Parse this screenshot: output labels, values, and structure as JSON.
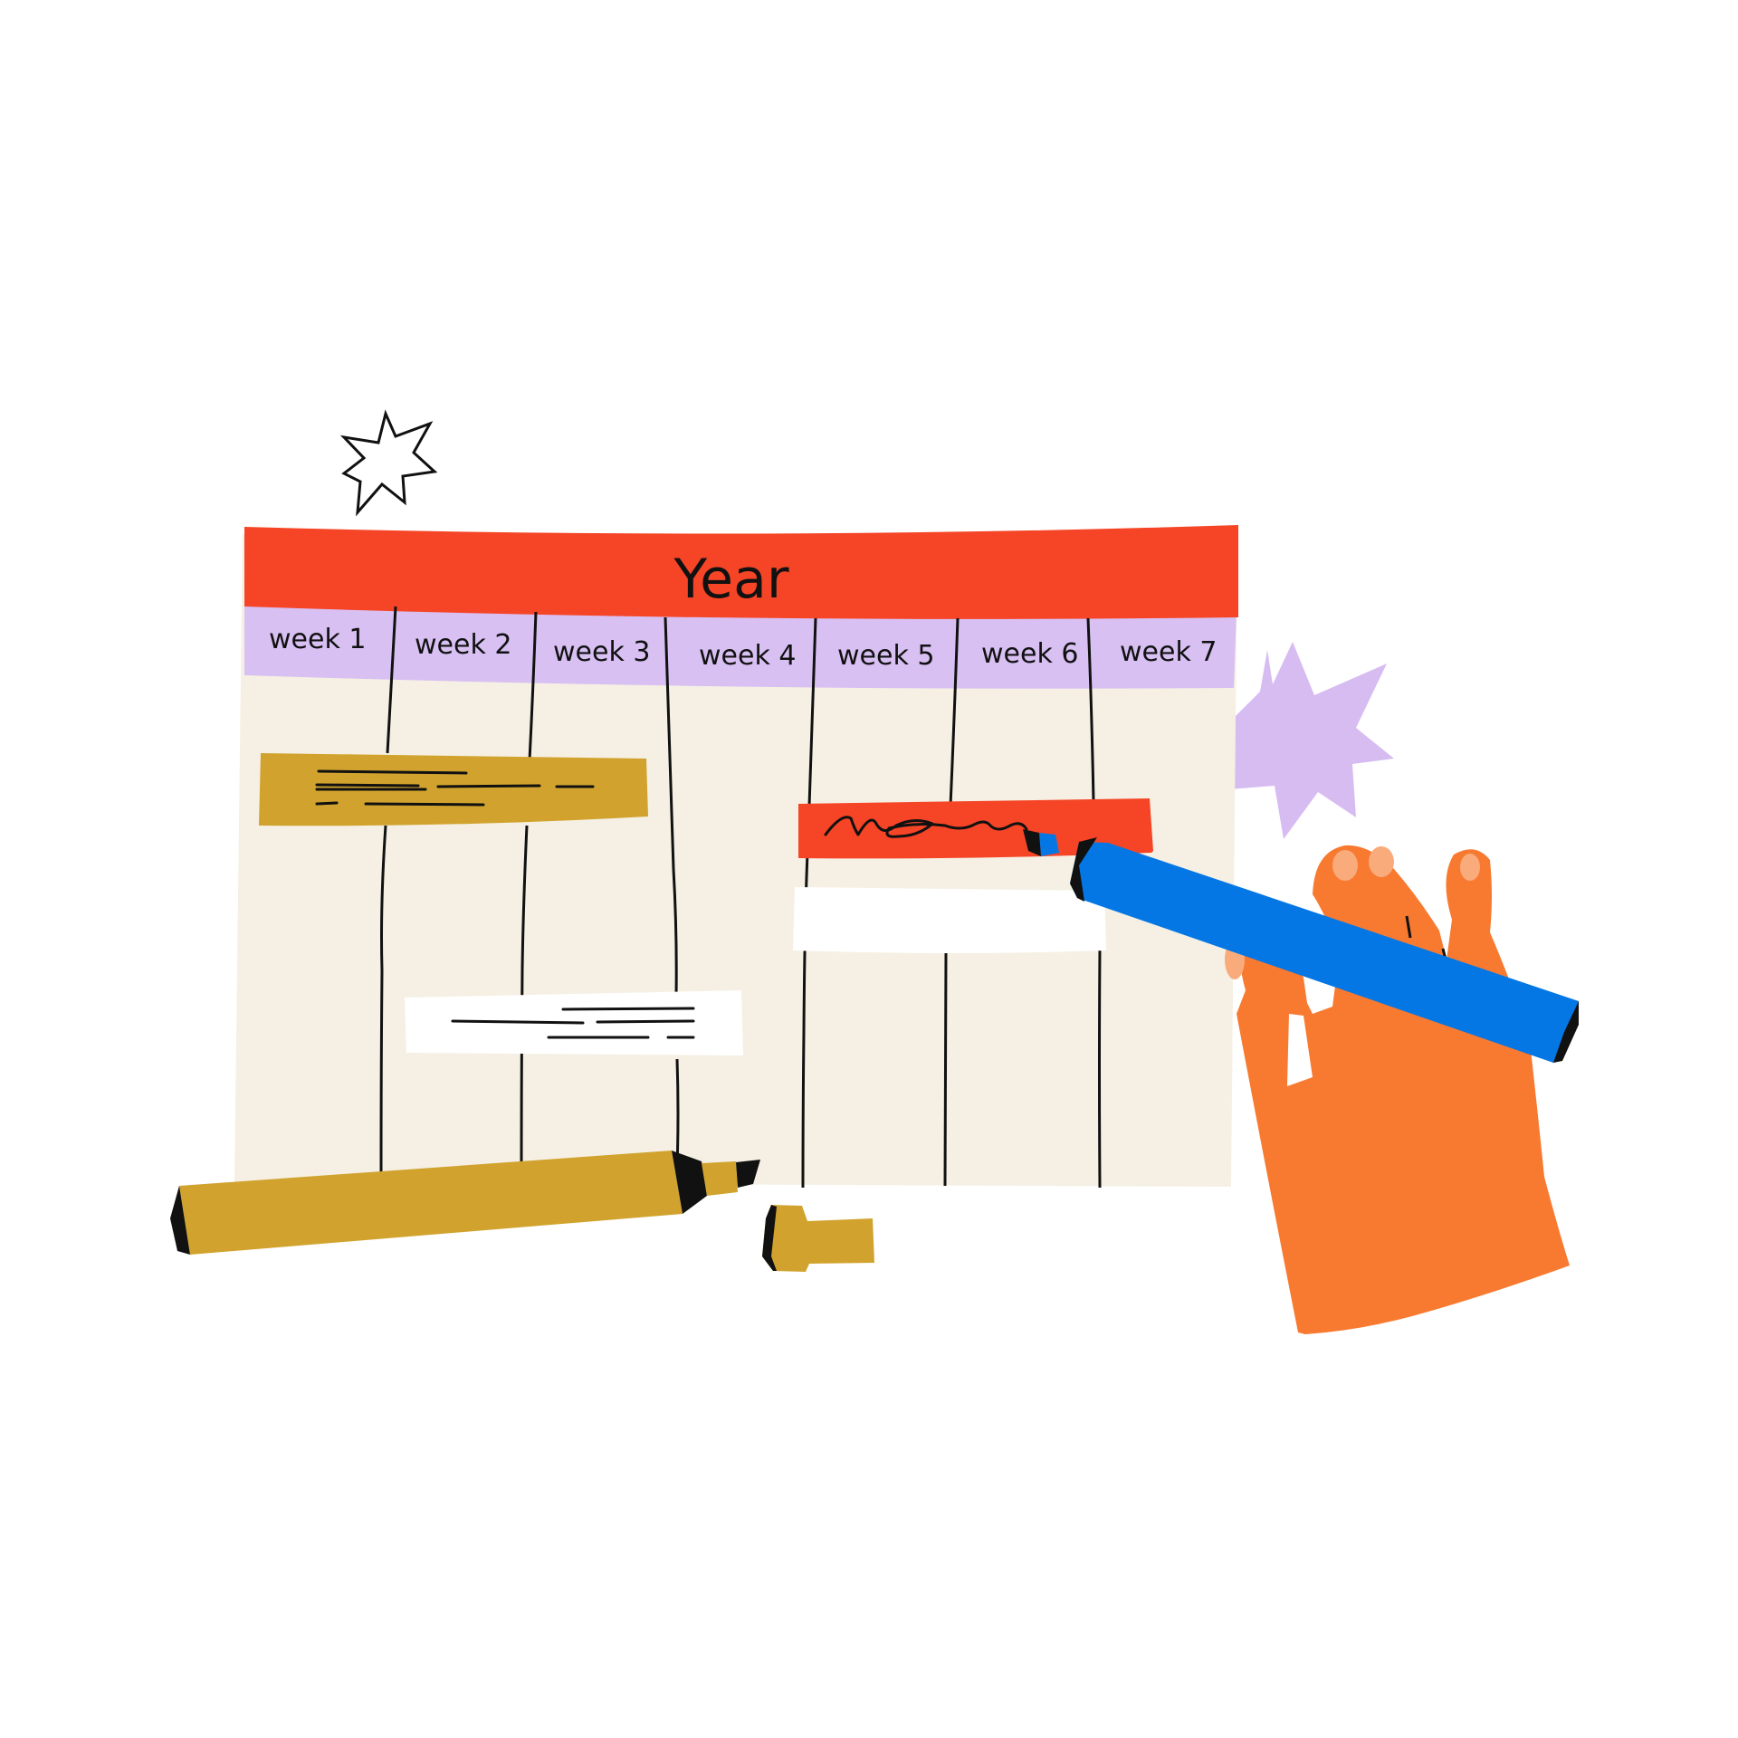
{
  "planner": {
    "title": "Year",
    "weeks": [
      "week  1",
      "week 2",
      "week 3",
      "week 4",
      "week 5",
      "week 6",
      "week 7"
    ]
  },
  "decorations": {
    "outline_star": "sparkle-outline-icon",
    "lilac_star": "sparkle-filled-icon",
    "hand": "hand-icon",
    "blue_marker": "marker-icon",
    "gold_marker": "marker-icon",
    "gold_cap": "marker-cap-icon"
  },
  "colors": {
    "header_red": "#f54526",
    "week_band_lilac": "#d8c0f3",
    "paper_cream": "#f5f0e3",
    "gold": "#d1a32e",
    "blue": "#0477e5",
    "hand_orange": "#f77a30",
    "nail_peach": "#f9ab7c",
    "star_lilac": "#d7bcf2"
  }
}
